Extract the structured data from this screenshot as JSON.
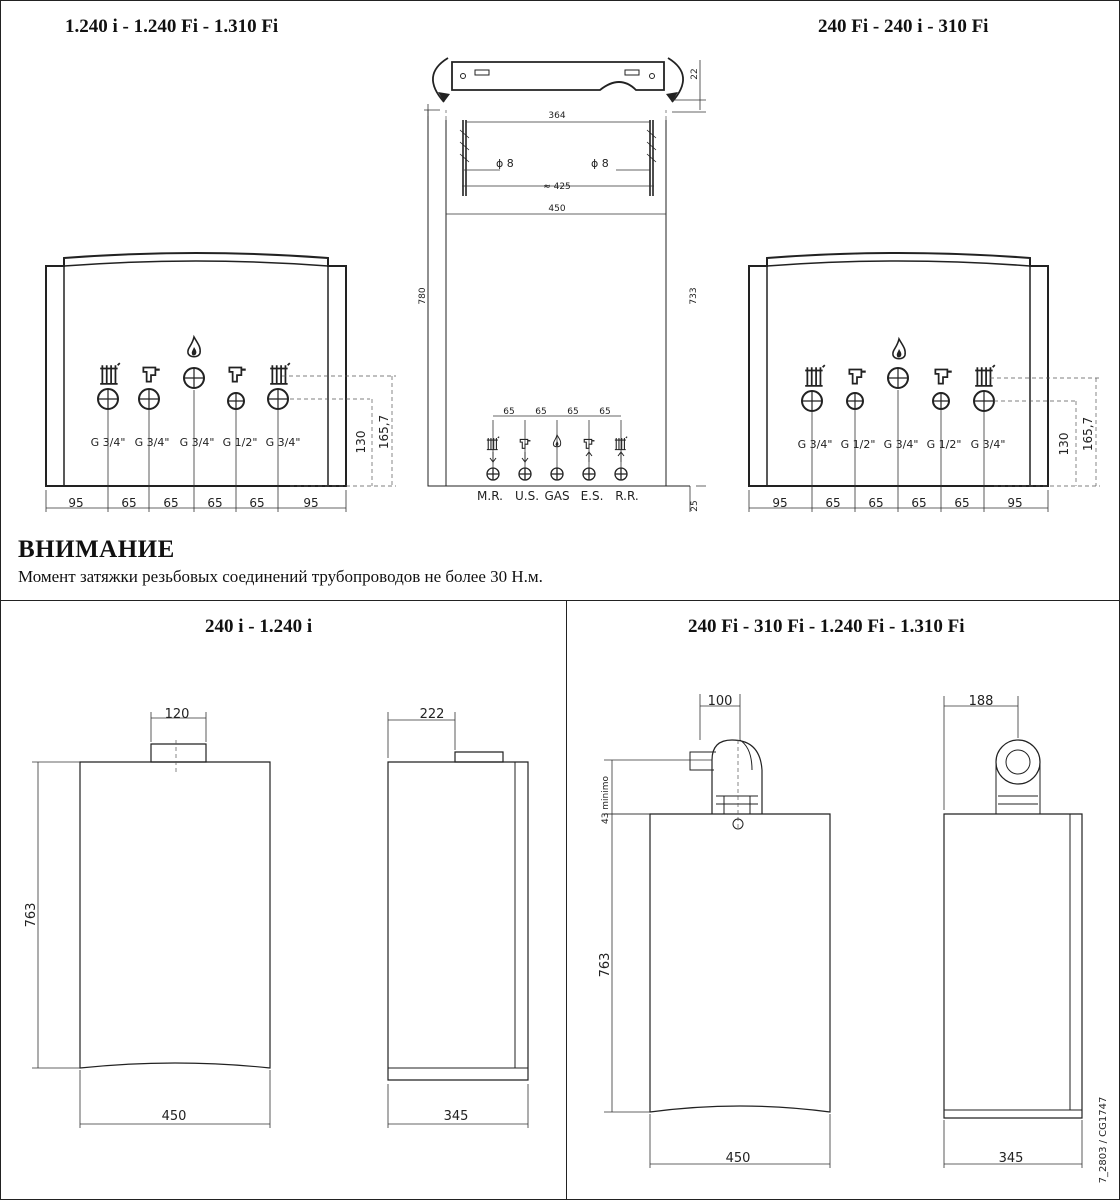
{
  "titles": {
    "top_left": "1.240 i - 1.240 Fi - 1.310 Fi",
    "top_right": "240 Fi - 240 i - 310 Fi",
    "bottom_left": "240 i - 1.240 i",
    "bottom_right": "240 Fi - 310 Fi - 1.240 Fi - 1.310 Fi"
  },
  "warning": {
    "heading": "ВНИМАНИЕ",
    "text": "Момент затяжки резьбовых соединений трубопроводов не более 30 Н.м."
  },
  "left_front": {
    "connections": [
      "G 3/4\"",
      "G 3/4\"",
      "G 3/4\"",
      "G 1/2\"",
      "G 3/4\""
    ],
    "bottom_dims": [
      "95",
      "65",
      "65",
      "65",
      "65",
      "95"
    ],
    "height_dims": [
      "130",
      "165,7"
    ]
  },
  "right_front": {
    "connections": [
      "G 3/4\"",
      "G 1/2\"",
      "G 3/4\"",
      "G 1/2\"",
      "G 3/4\""
    ],
    "bottom_dims": [
      "95",
      "65",
      "65",
      "65",
      "65",
      "95"
    ],
    "height_dims": [
      "130",
      "165,7"
    ]
  },
  "bracket": {
    "dims": {
      "d22": "22",
      "d364": "364",
      "phi_left": "ϕ 8",
      "phi_right": "ϕ 8",
      "d425": "≈ 425",
      "d450": "450",
      "d780": "780",
      "d733": "733",
      "d25": "25"
    },
    "pipe_spacing": [
      "65",
      "65",
      "65",
      "65"
    ],
    "pipe_labels": [
      "M.R.",
      "U.S.",
      "GAS",
      "E.S.",
      "R.R."
    ]
  },
  "bl_front": {
    "flue": "120",
    "height": "763",
    "width": "450"
  },
  "bl_side": {
    "flue": "222",
    "depth": "345"
  },
  "br_front": {
    "flue": "100",
    "min": "43 minimo",
    "height": "763",
    "width": "450"
  },
  "br_side": {
    "flue": "188",
    "depth": "345"
  },
  "code": "7_2803 / CG1747"
}
